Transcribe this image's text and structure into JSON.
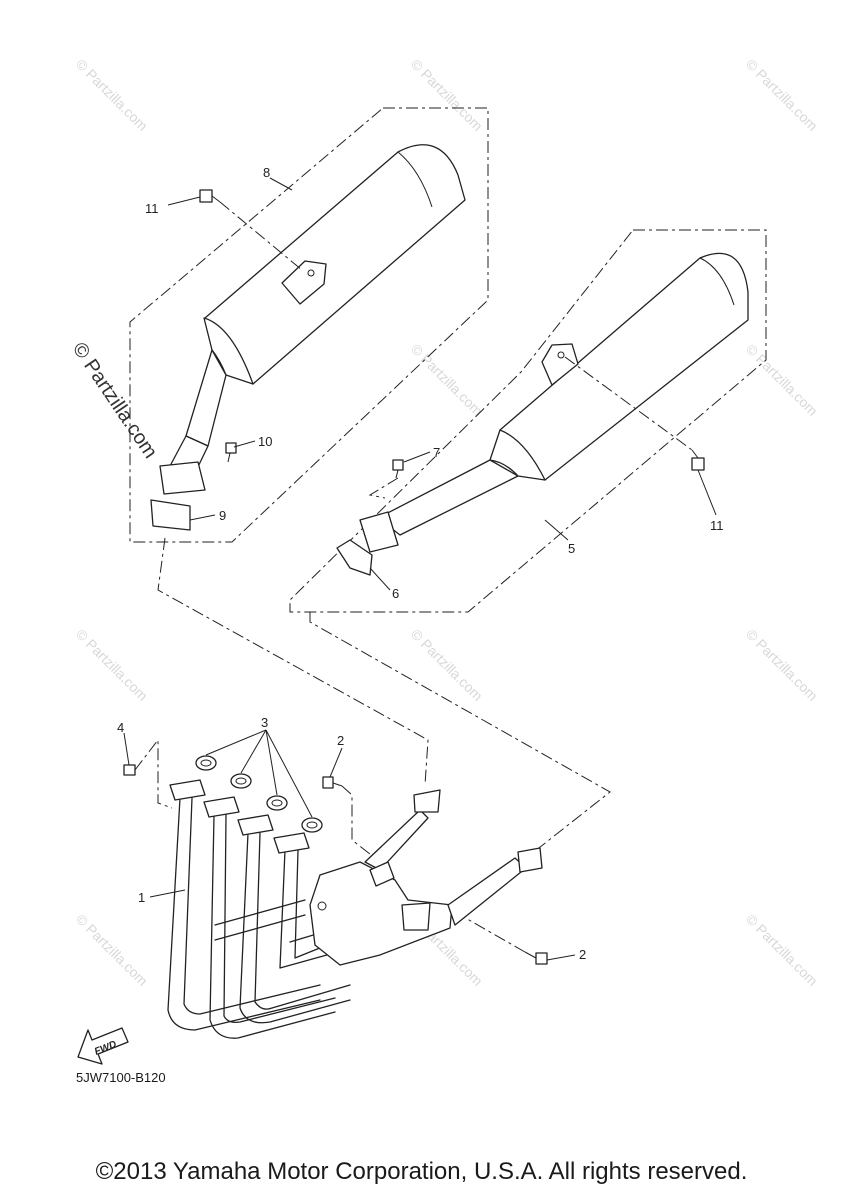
{
  "watermark": "© Partzilla.com",
  "callouts": {
    "c1": "1",
    "c2a": "2",
    "c2b": "2",
    "c3": "3",
    "c4": "4",
    "c5": "5",
    "c6": "6",
    "c7": "7",
    "c8": "8",
    "c9": "9",
    "c10": "10",
    "c11a": "11",
    "c11b": "11"
  },
  "fwd_label": "FWD",
  "diagram_code": "5JW7100-B120",
  "copyright": "©2013 Yamaha Motor Corporation, U.S.A. All rights reserved."
}
